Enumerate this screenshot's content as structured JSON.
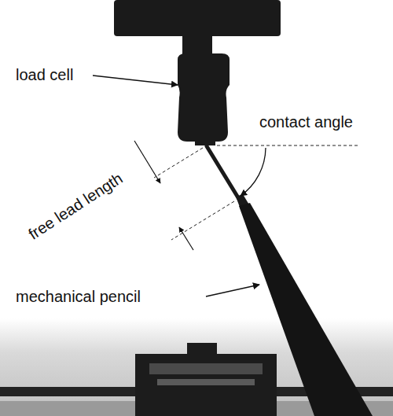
{
  "diagram": {
    "labels": [
      "load cell",
      "contact angle",
      "free lead length",
      "mechanical pencil"
    ]
  }
}
